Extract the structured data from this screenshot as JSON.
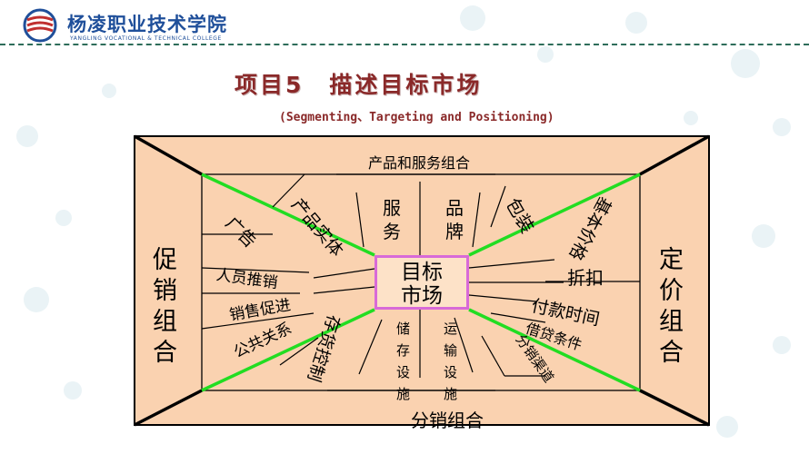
{
  "header": {
    "school_name_cn": "杨凌职业技术学院",
    "school_name_en": "YANGLING VOCATIONAL & TECHNICAL COLLEGE"
  },
  "title": "项目5　描述目标市场",
  "subtitle": "(Segmenting、Targeting and Positioning)",
  "diagram": {
    "center": "目标\n市场",
    "left_group": "促\n销\n组\n合",
    "right_group": "定\n价\n组\n合",
    "top_group": "产品和服务组合",
    "bottom_group": "分销组合",
    "top_items": {
      "guanggao": "广告",
      "chanpin_shiti": "产品实体",
      "fuwu": "服\n务",
      "pinpai": "品\n牌",
      "baozhuang": "包装"
    },
    "right_items": {
      "jiben_jiage": "基本价格",
      "zhekou": "折扣",
      "fukuan_shijian": "付款时间",
      "xindai_tiaojian": "借贷条件",
      "fenxiao_qudao": "分销渠道"
    },
    "left_items": {
      "renyuan_tuixiao": "人员推销",
      "xiaoshou_cujin": "销售促进",
      "gonggong_guanxi": "公共关系"
    },
    "bottom_items": {
      "cunhuo_kongzhi": "存货控制",
      "chucun_sheshi": "储\n存\n设\n施",
      "yunshu_sheshi": "运\n输\n设\n施"
    },
    "colors": {
      "fill": "#fad2b0",
      "outline": "#000000",
      "highlight_line": "#22dd22",
      "center_border": "#d86ad8",
      "title": "#8a2929",
      "brand": "#1f4f9a"
    }
  }
}
